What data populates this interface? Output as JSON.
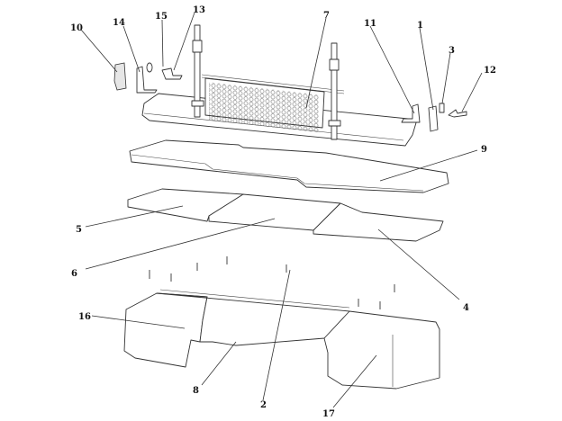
{
  "title": "Exploded view of rear seat storage assembly",
  "callouts": [
    {
      "id": "1",
      "label": "1",
      "part": "right support bracket"
    },
    {
      "id": "2",
      "label": "2",
      "part": "screw"
    },
    {
      "id": "3",
      "label": "3",
      "part": "clip"
    },
    {
      "id": "4",
      "label": "4",
      "part": "right floor panel"
    },
    {
      "id": "5",
      "label": "5",
      "part": "left floor panel"
    },
    {
      "id": "6",
      "label": "6",
      "part": "middle floor panel"
    },
    {
      "id": "7",
      "label": "7",
      "part": "seat back with mesh net"
    },
    {
      "id": "8",
      "label": "8",
      "part": "center tub"
    },
    {
      "id": "9",
      "label": "9",
      "part": "cushion board"
    },
    {
      "id": "10",
      "label": "10",
      "part": "left cover"
    },
    {
      "id": "11",
      "label": "11",
      "part": "hinge bracket"
    },
    {
      "id": "12",
      "label": "12",
      "part": "right hinge"
    },
    {
      "id": "13",
      "label": "13",
      "part": "left hinge"
    },
    {
      "id": "14",
      "label": "14",
      "part": "left support bracket"
    },
    {
      "id": "15",
      "label": "15",
      "part": "pin"
    },
    {
      "id": "16",
      "label": "16",
      "part": "left storage tub"
    },
    {
      "id": "17",
      "label": "17",
      "part": "right storage tub"
    }
  ]
}
